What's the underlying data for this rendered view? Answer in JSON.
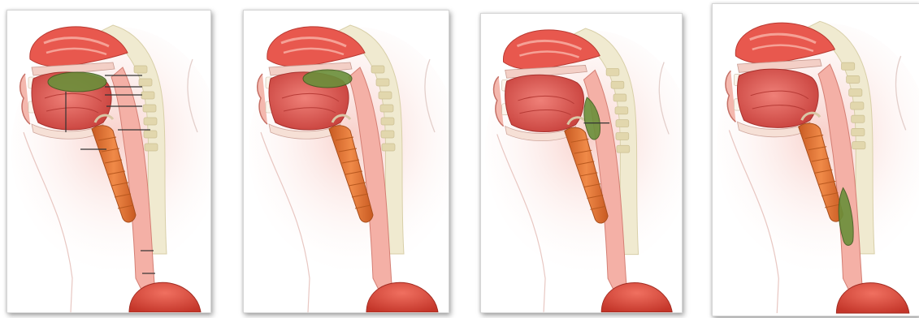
{
  "figure": {
    "panels": [
      {
        "id": "p1",
        "bolus_location": "oral-cavity",
        "leader_lines": 8
      },
      {
        "id": "p2",
        "bolus_location": "oral-cavity-dorsum",
        "leader_lines": 0
      },
      {
        "id": "p3",
        "bolus_location": "pharynx",
        "leader_lines": 1
      },
      {
        "id": "p4",
        "bolus_location": "esophagus",
        "leader_lines": 0
      }
    ],
    "colors": {
      "nasal": "#e8584e",
      "tongue": "#d9504a",
      "bolus": "#6a8f3a",
      "trachea": "#e07a3a",
      "esophagus": "#f2a9a0",
      "spine": "#eee7c4",
      "stomach": "#d94a3c"
    }
  }
}
